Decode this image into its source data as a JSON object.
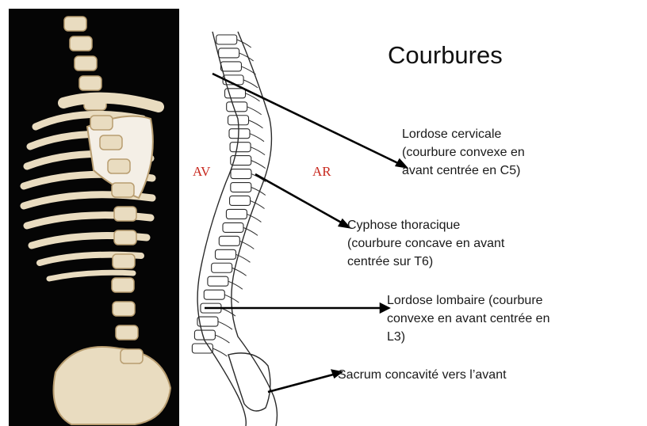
{
  "title": "Courbures",
  "side_labels": {
    "front": "AV",
    "back": "AR",
    "color": "#c8281e"
  },
  "annotations": [
    {
      "id": "cervical",
      "lines": [
        "Lordose cervicale",
        "(courbure convexe en",
        "avant centrée en C5)"
      ]
    },
    {
      "id": "thoracic",
      "lines": [
        "Cyphose thoracique",
        "(courbure concave en avant",
        "centrée sur T6)"
      ]
    },
    {
      "id": "lumbar",
      "lines": [
        "Lordose lombaire (courbure",
        "convexe en avant centrée en",
        "L3)"
      ]
    },
    {
      "id": "sacrum",
      "lines": [
        "Sacrum concavité vers l’avant"
      ]
    }
  ],
  "colors": {
    "photo_background": "#050505",
    "bone": "#e9dcc0",
    "bone_shadow": "#b89d70",
    "line_art": "#2a2a2a"
  }
}
